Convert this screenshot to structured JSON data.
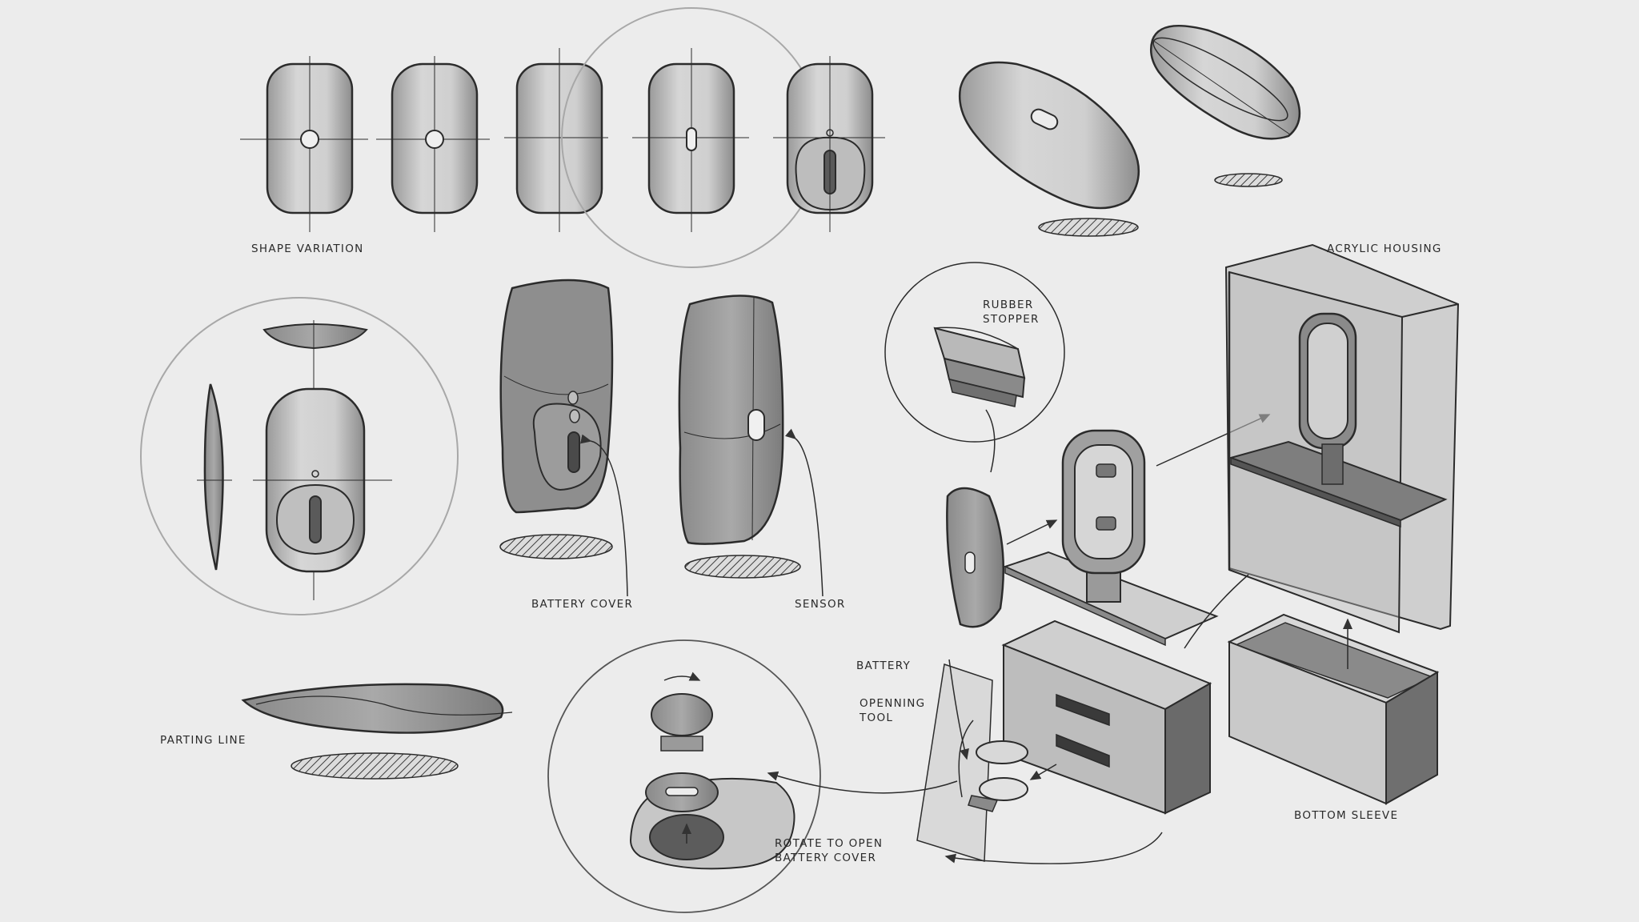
{
  "labels": {
    "shape_variation": "SHAPE VARIATION",
    "acrylic_housing": "ACRYLIC HOUSING",
    "rubber_stopper_1": "RUBBER",
    "rubber_stopper_2": "STOPPER",
    "battery_cover": "BATTERY COVER",
    "sensor": "SENSOR",
    "battery": "BATTERY",
    "opening_tool_1": "OPENNING",
    "opening_tool_2": "TOOL",
    "parting_line": "PARTING LINE",
    "rotate_1": "ROTATE TO OPEN",
    "rotate_2": "BATTERY COVER",
    "bottom_sleeve": "BOTTOM SLEEVE"
  }
}
